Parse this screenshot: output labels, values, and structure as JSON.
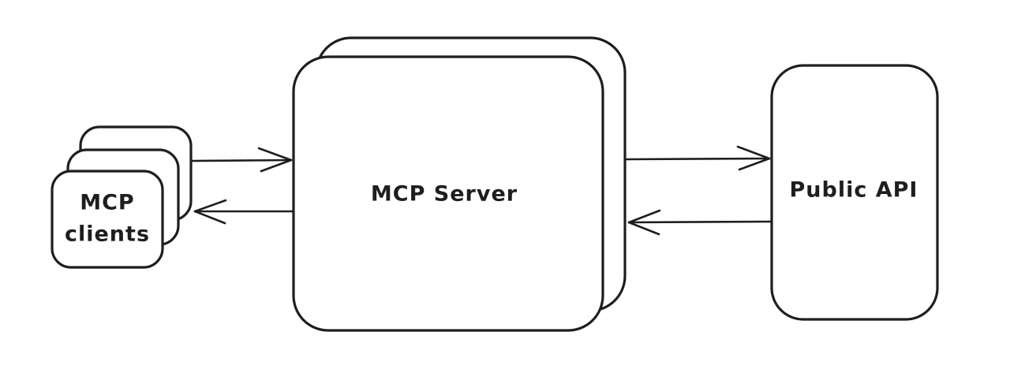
{
  "diagram": {
    "clients": {
      "label_line1": "MCP",
      "label_line2": "clients"
    },
    "server": {
      "label": "MCP Server"
    },
    "api": {
      "label": "Public API"
    }
  },
  "colors": {
    "stroke": "#1e1e1e",
    "text": "#1e1e1e",
    "fill": "#ffffff",
    "background": "#ffffff"
  }
}
